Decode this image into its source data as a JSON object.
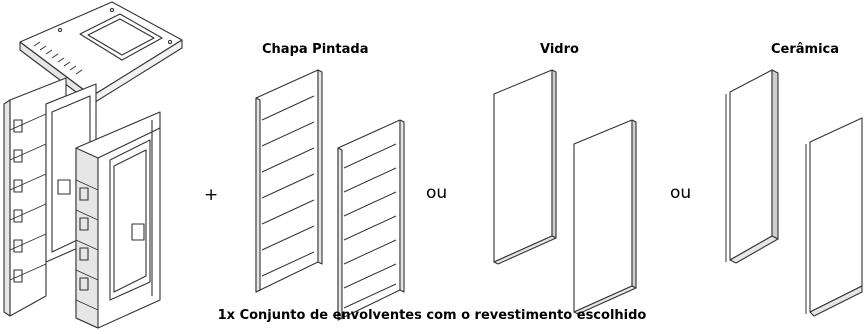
{
  "labels": {
    "option_painted": "Chapa Pintada",
    "option_glass": "Vidro",
    "option_ceramic": "Cerâmica"
  },
  "symbols": {
    "plus": "+",
    "or_1": "ou",
    "or_2": "ou"
  },
  "caption": "1x Conjunto de envolventes com o revestimento escolhido",
  "colors": {
    "line": "#333333",
    "panel_fill": "#ffffff",
    "panel_edge": "#cfcfcf",
    "shade": "#e6e6e6"
  }
}
